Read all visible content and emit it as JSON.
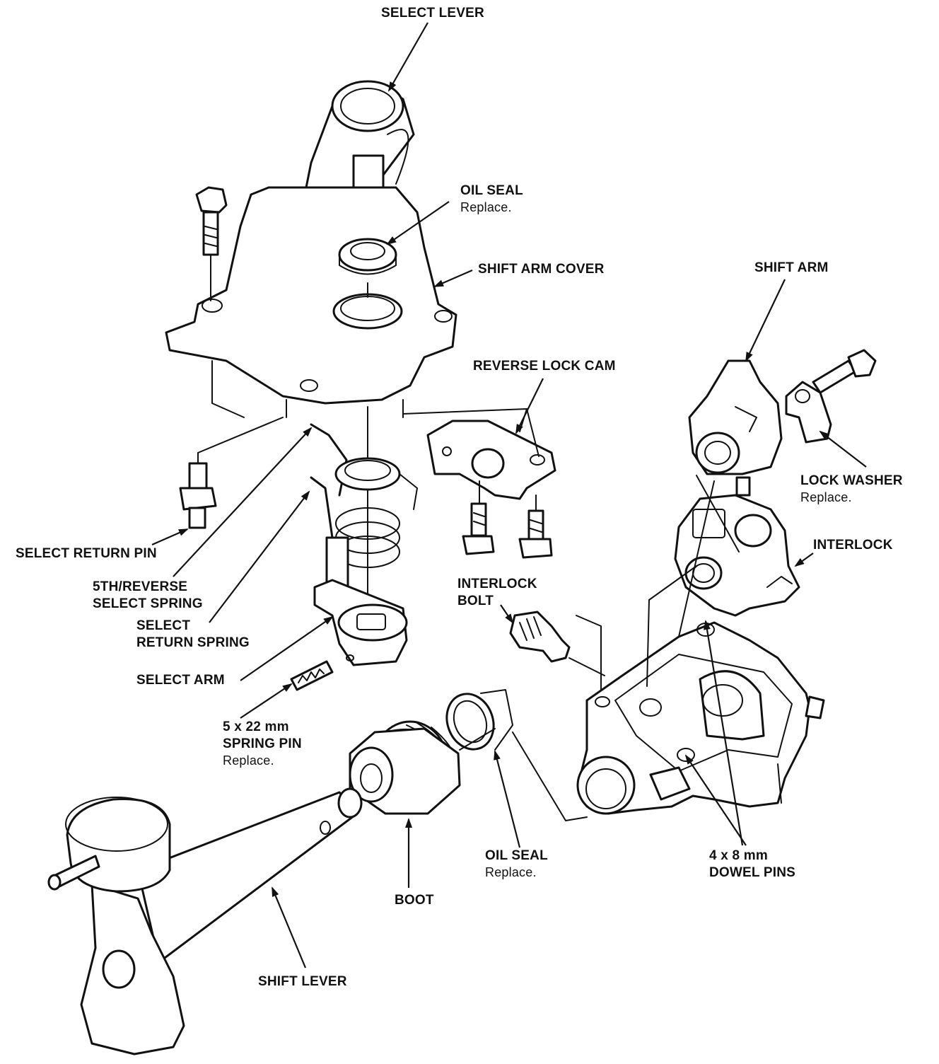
{
  "labels": {
    "select_lever": "SELECT LEVER",
    "oil_seal_top": "OIL SEAL",
    "oil_seal_top_note": "Replace.",
    "shift_arm_cover": "SHIFT ARM COVER",
    "shift_arm": "SHIFT ARM",
    "reverse_lock_cam": "REVERSE LOCK CAM",
    "lock_washer": "LOCK WASHER",
    "lock_washer_note": "Replace.",
    "interlock": "INTERLOCK",
    "select_return_pin": "SELECT RETURN PIN",
    "fifth_reverse_spring_1": "5TH/REVERSE",
    "fifth_reverse_spring_2": "SELECT SPRING",
    "interlock_bolt_1": "INTERLOCK",
    "interlock_bolt_2": "BOLT",
    "select_return_spring_1": "SELECT",
    "select_return_spring_2": "RETURN SPRING",
    "select_arm": "SELECT ARM",
    "spring_pin_1": "5 x 22 mm",
    "spring_pin_2": "SPRING PIN",
    "spring_pin_note": "Replace.",
    "oil_seal_bottom": "OIL SEAL",
    "oil_seal_bottom_note": "Replace.",
    "dowel_pins_1": "4 x 8 mm",
    "dowel_pins_2": "DOWEL PINS",
    "boot": "BOOT",
    "shift_lever": "SHIFT LEVER"
  },
  "colors": {
    "ink": "#111111",
    "paper": "#ffffff"
  }
}
